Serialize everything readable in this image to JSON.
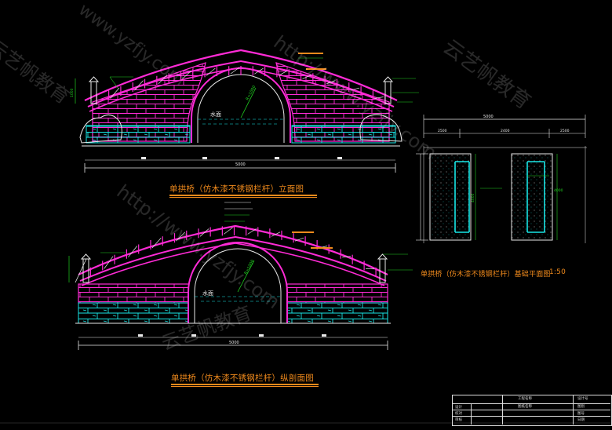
{
  "drawing": {
    "elevation_title": "单拱桥（仿木漆不锈钢栏杆）立面图",
    "plan_title": "单拱桥（仿木漆不锈钢栏杆）基础平面图",
    "plan_scale": "1:50",
    "section_title": "单拱桥（仿木漆不锈钢栏杆）纵剖面图",
    "elevation_total_dim": "5000",
    "section_total_dim": "5000",
    "plan_overall_dim": "5000",
    "plan_segment_dims": [
      "2500",
      "2400",
      "2500"
    ],
    "plan_height_dim": "4000",
    "plan_side_dim": "4000",
    "water_label_elev": "水面",
    "water_label_section": "水面",
    "radius_label_elev": "R=1000",
    "radius_label_section": "R=1000",
    "post_height_label": "1000"
  },
  "title_block": {
    "project_label": "工程名称",
    "drawing_label": "图纸名称",
    "rows": [
      "设计",
      "校对",
      "审核"
    ],
    "right_rows": [
      "设计号",
      "图别",
      "图号",
      "日期"
    ]
  },
  "watermarks": [
    "www.yzfjy.com",
    "云艺帆教育",
    "http://www.yzfjy.com",
    "云艺帆教育",
    "http://www.yzfjy.com",
    "云艺帆教育"
  ],
  "colors": {
    "magenta": "#ff2bd6",
    "cyan": "#18e6e6",
    "white": "#e8e8e8",
    "green": "#20d020",
    "orange": "#f08a1c"
  }
}
